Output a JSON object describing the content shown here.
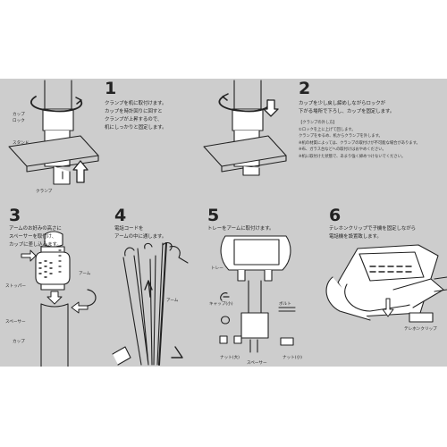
{
  "colors": {
    "panel_background": "#cdcdcd",
    "line": "#222222",
    "part_fill": "#ffffff"
  },
  "steps": [
    {
      "number": "1",
      "lines": [
        "クランプを机に取付けます。",
        "カップを時計回りに回すと",
        "クランプが上昇するので、",
        "机にしっかりと固定します。"
      ],
      "labels": {
        "cap": "カップ",
        "lock": "ロック",
        "stand": "スタンド",
        "clamp": "クランプ"
      },
      "icons": [
        "clockwise-rotation-arrow-icon",
        "up-arrow-icon"
      ]
    },
    {
      "number": "2",
      "lines": [
        "カップを少し戻し締めしながらロックが",
        "下がる場所で下ろし、カップを固定します。"
      ],
      "note_title": "【クランプの外し方】",
      "note_lines": [
        "①ロックを上に上げて回します。",
        "クランプをゆるめ、机からクランプを外します。",
        "※机の材質によっては、クランプの取付けが不可能な場合があります。",
        "※布、ガラス台などへの取付けはおやめください。",
        "※机に取付けた状態で、あまり強く締めつけないでください。"
      ]
    },
    {
      "number": "3",
      "lines": [
        "アームのお好みの高さに",
        "スペーサーを取付け、",
        "カップに差し込みます。"
      ],
      "labels": {
        "arm": "アーム",
        "stopper": "ストッパー",
        "spacer": "スペーサー",
        "cap": "カップ"
      }
    },
    {
      "number": "4",
      "lines": [
        "電話コードを",
        "アームの中に通します。"
      ],
      "labels": {
        "arm": "アーム"
      }
    },
    {
      "number": "5",
      "lines": [
        "トレーをアームに取付けます。"
      ],
      "labels": {
        "tray": "トレー",
        "cap_small": "キャップ(小)",
        "bolt": "ボルト",
        "washer_large": "ナット(大)",
        "nut_small": "ナット(小)",
        "spacer": "スペーサー"
      }
    },
    {
      "number": "6",
      "lines": [
        "テレホンクリップで子機を固定しながら",
        "電話機を設置致します。"
      ],
      "labels": {
        "telephone_clip": "テレホンクリップ"
      }
    }
  ]
}
